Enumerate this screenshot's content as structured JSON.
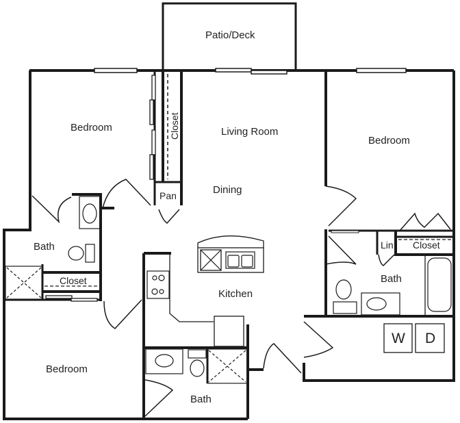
{
  "plan": {
    "rooms": {
      "patio": "Patio/Deck",
      "bedroom_nw": "Bedroom",
      "closet_nw": "Closet",
      "living": "Living Room",
      "dining": "Dining",
      "pantry": "Pan",
      "bedroom_e": "Bedroom",
      "bath_w": "Bath",
      "closet_w": "Closet",
      "kitchen": "Kitchen",
      "lin": "Lin",
      "closet_e": "Closet",
      "bath_e": "Bath",
      "bedroom_sw": "Bedroom",
      "bath_s": "Bath"
    },
    "appliances": {
      "washer": "W",
      "dryer": "D"
    },
    "colors": {
      "wall": "#1a1a1a",
      "background": "#ffffff"
    }
  }
}
